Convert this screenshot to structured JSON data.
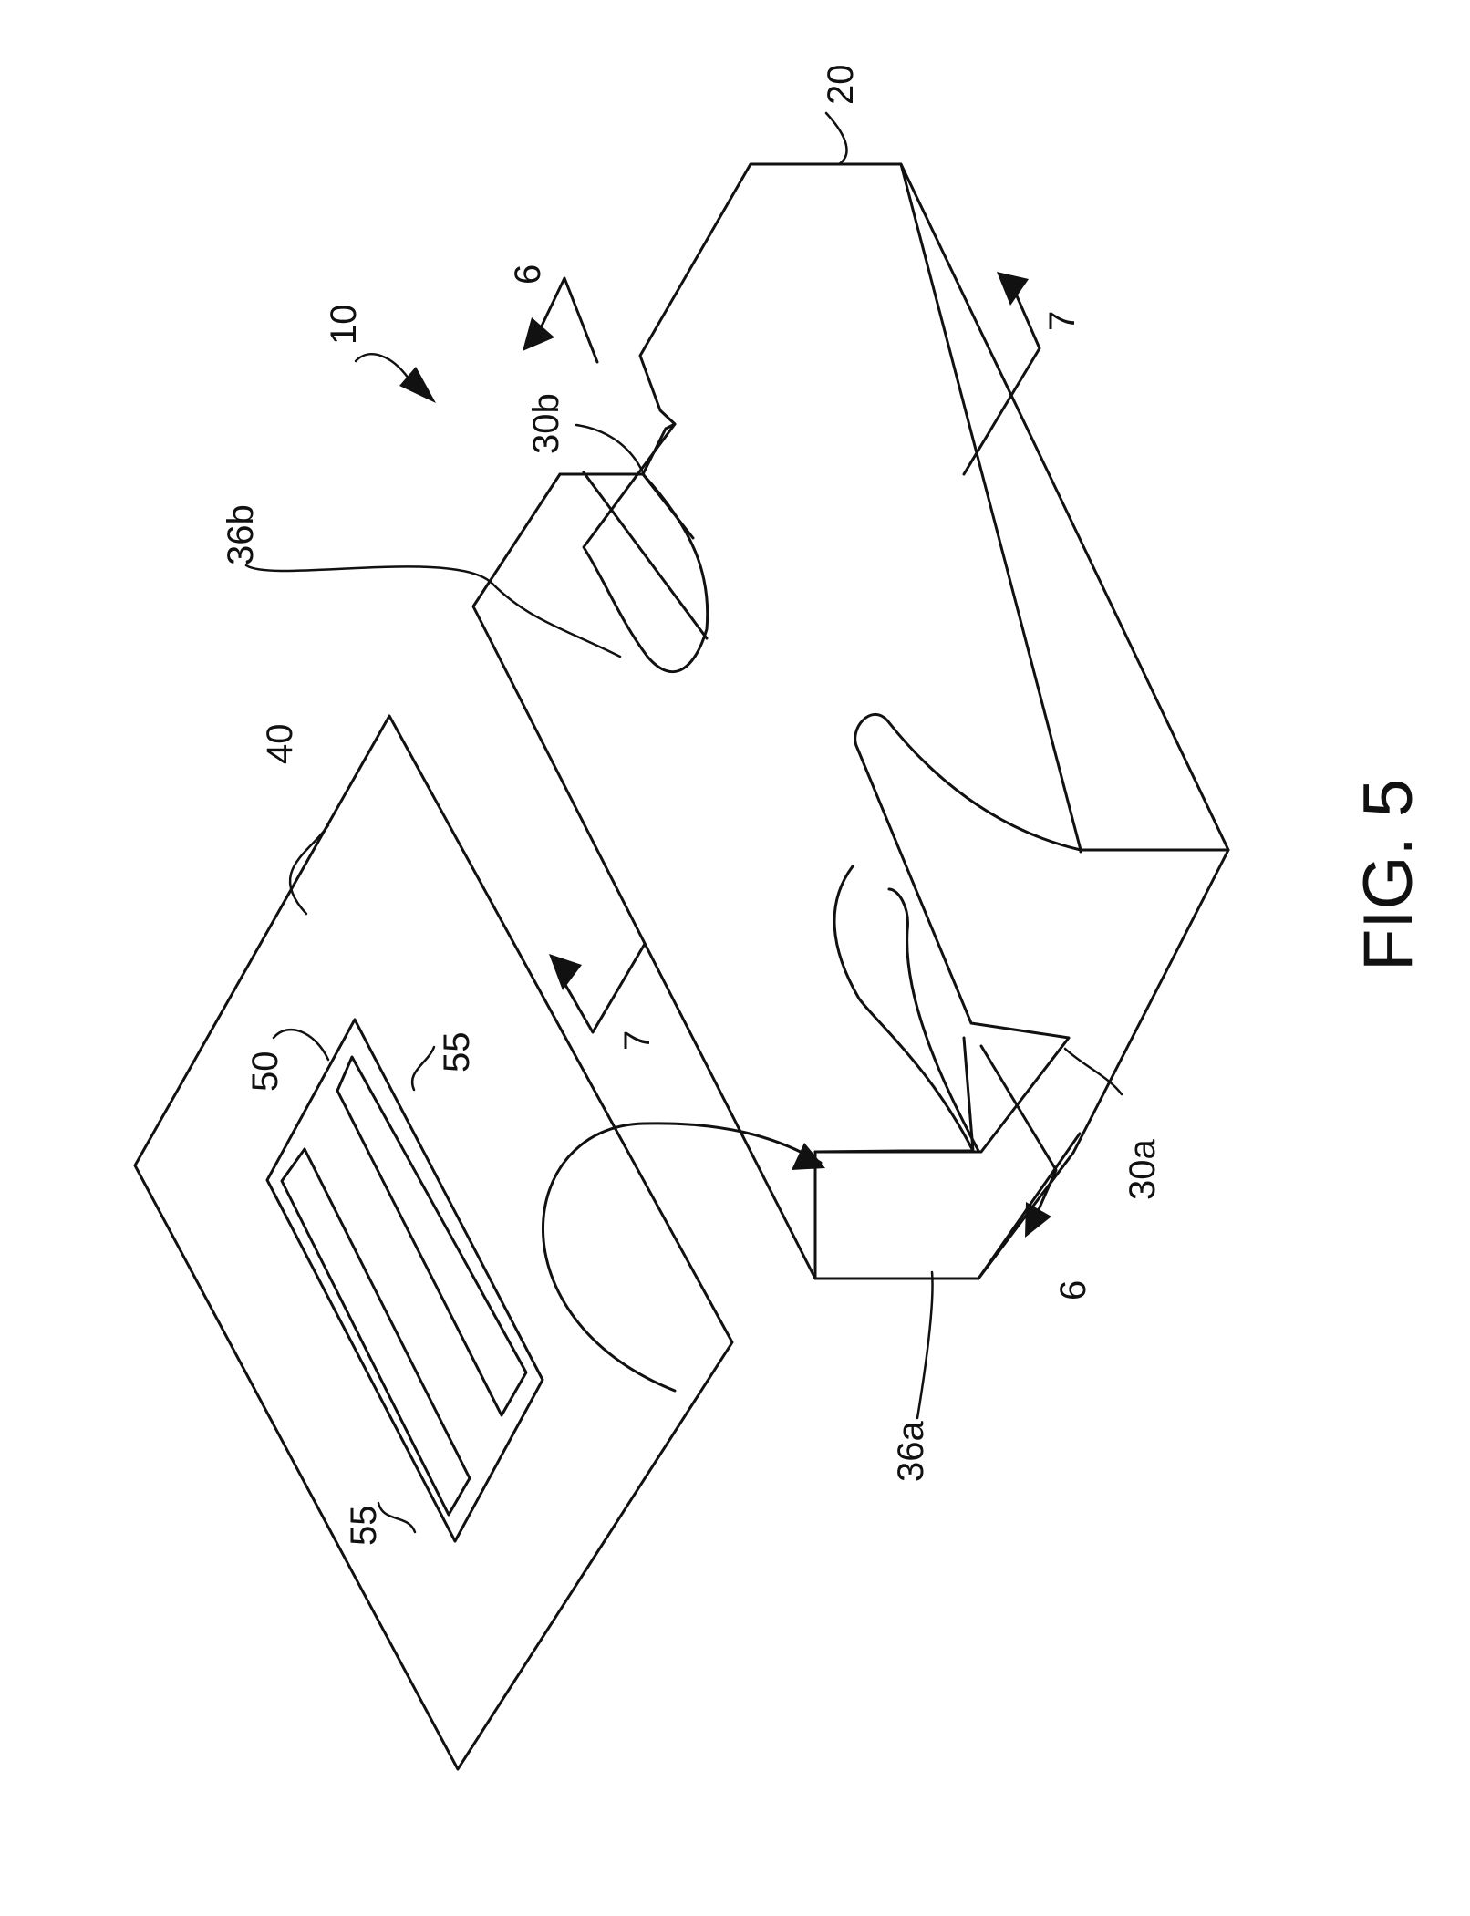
{
  "figure": {
    "caption": "FIG. 5",
    "labels": {
      "assembly": "10",
      "block": "20",
      "pocket_a": "30a",
      "pocket_b": "30b",
      "face_a": "36a",
      "face_b": "36b",
      "sheet": "40",
      "window": "50",
      "slot_upper": "55",
      "slot_lower": "55",
      "section6_top": "6",
      "section6_bottom": "6",
      "section7_right": "7",
      "section7_left": "7"
    }
  }
}
